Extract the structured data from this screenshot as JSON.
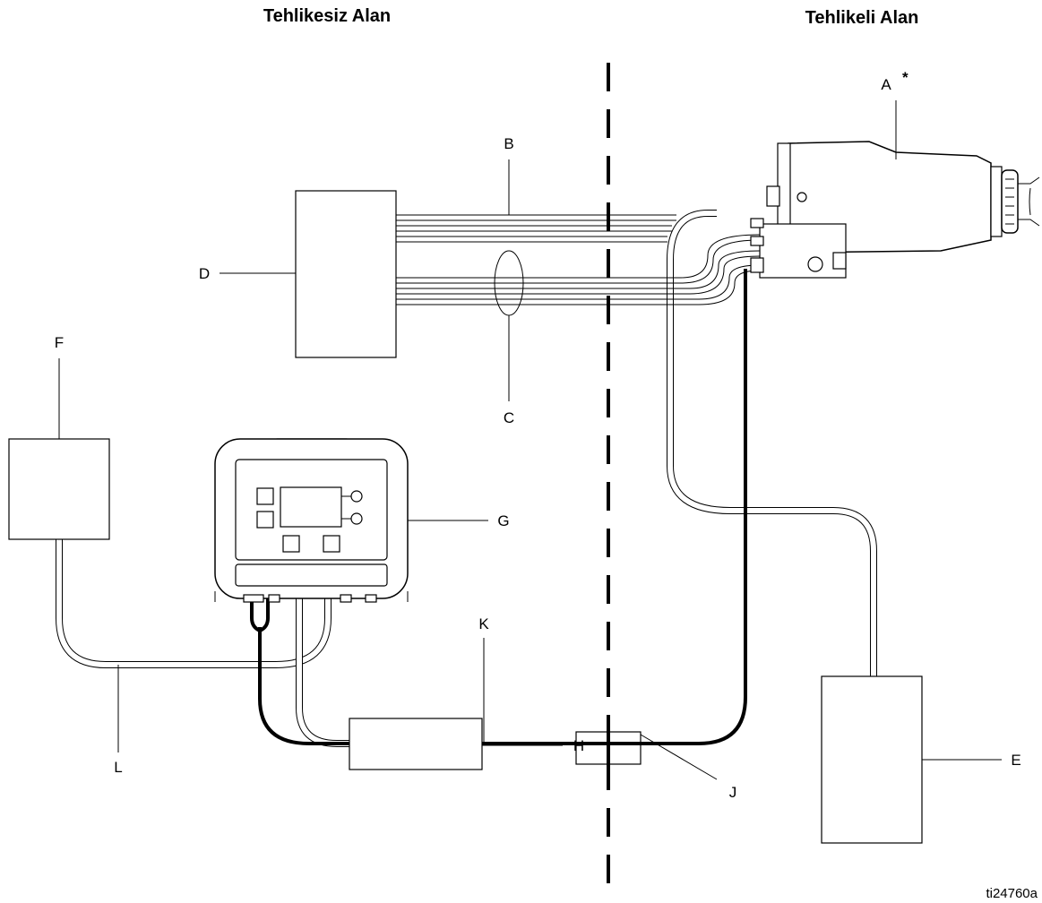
{
  "zones": {
    "non_hazardous": "Tehlikesiz Alan",
    "hazardous": "Tehlikeli Alan"
  },
  "callouts": {
    "A": "A",
    "A_star": "*",
    "B": "B",
    "C": "C",
    "D": "D",
    "E": "E",
    "F": "F",
    "G": "G",
    "H": "H",
    "J": "J",
    "K": "K",
    "L": "L"
  },
  "figure_id": "ti24760a",
  "colors": {
    "line": "#000000",
    "background": "#ffffff"
  }
}
